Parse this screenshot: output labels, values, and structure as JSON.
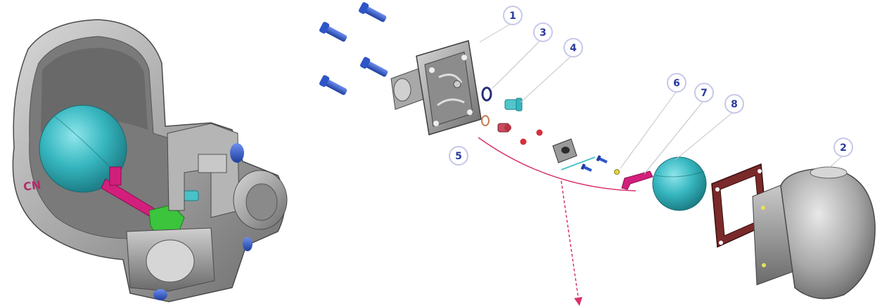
{
  "callouts": [
    {
      "id": "1",
      "label": "1"
    },
    {
      "id": "2",
      "label": "2"
    },
    {
      "id": "3",
      "label": "3"
    },
    {
      "id": "4",
      "label": "4"
    },
    {
      "id": "5",
      "label": "5"
    },
    {
      "id": "6",
      "label": "6"
    },
    {
      "id": "7",
      "label": "7"
    },
    {
      "id": "8",
      "label": "8"
    }
  ],
  "body_marking": "CN",
  "colors": {
    "metal": "#9a9a9a",
    "metal_dark": "#6e6e6e",
    "metal_light": "#cfcfcf",
    "float_ball": "#36b6bf",
    "bolt_blue": "#2d55c8",
    "lever_magenta": "#d21f7c",
    "gasket": "#7a2a2a",
    "callout_text": "#2a3aa0",
    "arrow": "#d8326e",
    "green_part": "#3cc43c"
  },
  "icons": [
    "steam-trap-cutaway",
    "cover-plate",
    "bolt",
    "float-ball",
    "gasket",
    "trap-body",
    "arrow"
  ]
}
